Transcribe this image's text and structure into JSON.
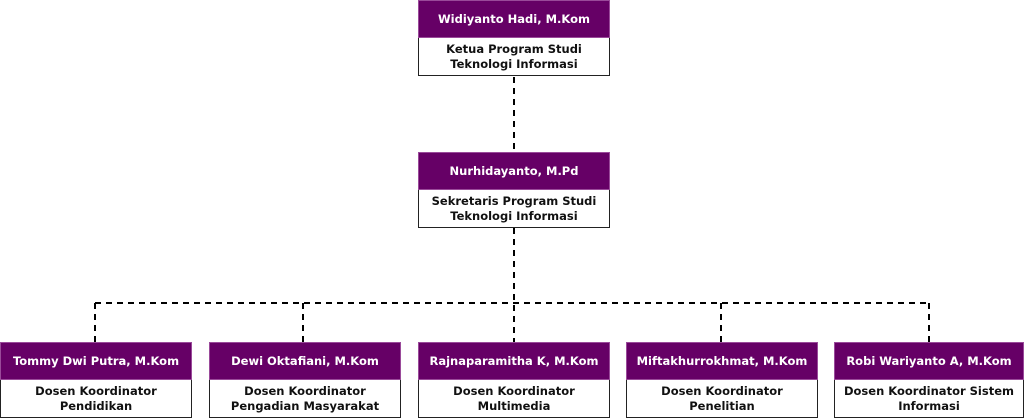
{
  "colors": {
    "header": "#660066",
    "line": "#000000"
  },
  "head": {
    "name": "Widiyanto Hadi, M.Kom",
    "role": "Ketua Program Studi Teknologi Informasi"
  },
  "secretary": {
    "name": "Nurhidayanto, M.Pd",
    "role": "Sekretaris Program Studi Teknologi Informasi"
  },
  "coordinators": [
    {
      "name": "Tommy Dwi Putra, M.Kom",
      "role": "Dosen Koordinator Pendidikan"
    },
    {
      "name": "Dewi Oktafiani, M.Kom",
      "role": "Dosen Koordinator Pengadian Masyarakat"
    },
    {
      "name": "Rajnaparamitha K, M.Kom",
      "role": "Dosen Koordinator Multimedia"
    },
    {
      "name": "Miftakhurrokhmat, M.Kom",
      "role": "Dosen Koordinator Penelitian"
    },
    {
      "name": "Robi Wariyanto A, M.Kom",
      "role": "Dosen Koordinator Sistem Informasi"
    }
  ]
}
